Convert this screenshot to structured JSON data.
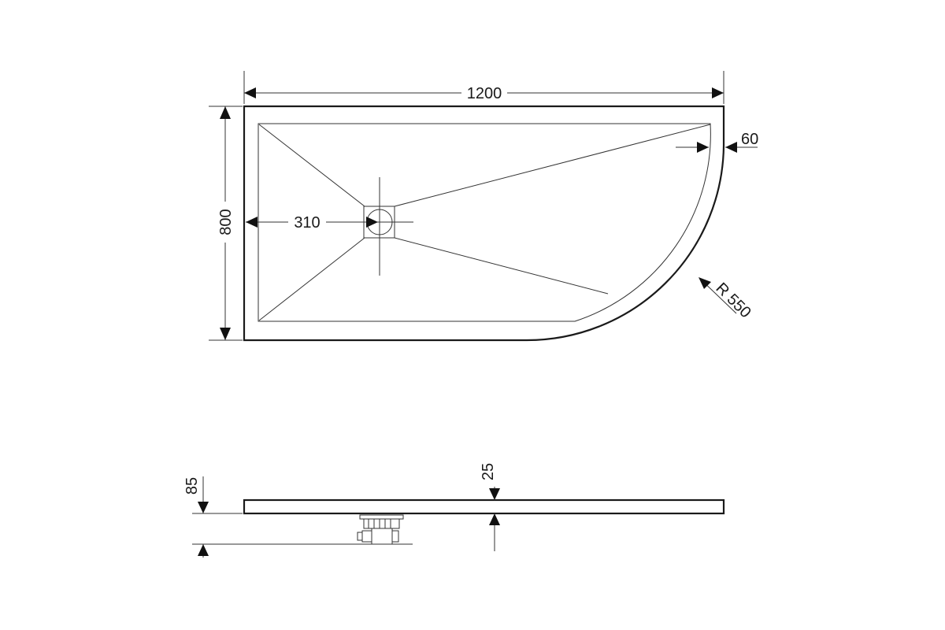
{
  "dimensions": {
    "length": "1200",
    "width": "800",
    "drain_offset": "310",
    "rim_width": "60",
    "corner_radius": "R 550",
    "total_height": "85",
    "tray_thickness": "25"
  }
}
